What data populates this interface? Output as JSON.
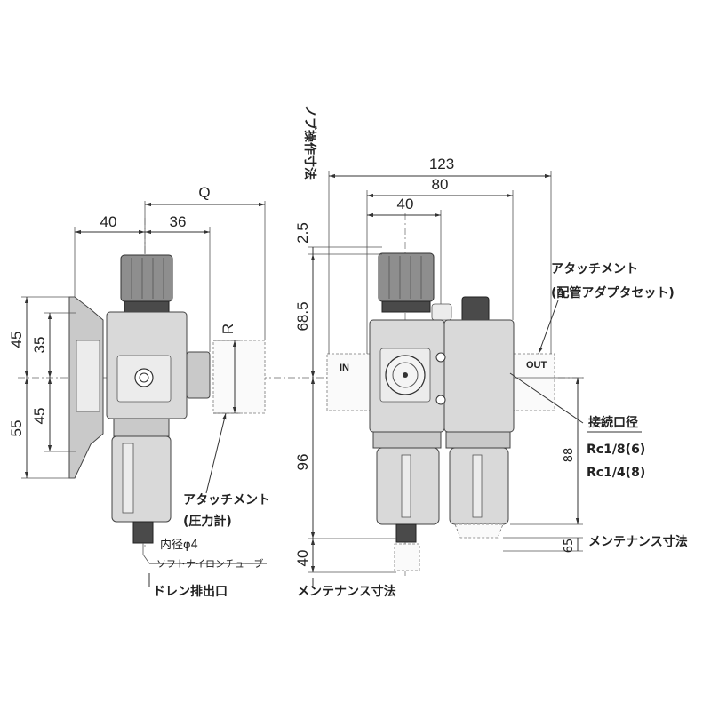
{
  "left_view": {
    "dimensions": {
      "left_width": "40",
      "body_width": "36",
      "q": "Q",
      "upper_height": "45",
      "upper_inner": "35",
      "lower_height": "55",
      "lower_inner": "45",
      "r": "R"
    },
    "labels": {
      "attachment_gauge": "アタッチメント",
      "gauge": "(圧力計)",
      "tube_dia": "内径φ4",
      "tube_type": "ソフトナイロンチューブ",
      "drain": "ドレン排出口"
    }
  },
  "right_view": {
    "dimensions": {
      "overall_width": "123",
      "width_80": "80",
      "width_40": "40",
      "knob_clearance": "2.5",
      "upper_height": "68.5",
      "lower_height": "96",
      "maint_height": "40",
      "side_height": "88",
      "side_maint": "65"
    },
    "labels": {
      "knob_dim": "ノブ操作寸法",
      "attachment": "アタッチメント",
      "adapter_set": "(配管アダプタセット)",
      "port_in": "IN",
      "port_out": "OUT",
      "connection_title": "接続口径",
      "conn_1": "Rc1/8(6)",
      "conn_2": "Rc1/4(8)",
      "maint_bottom": "メンテナンス寸法",
      "maint_right": "メンテナンス寸法"
    }
  }
}
